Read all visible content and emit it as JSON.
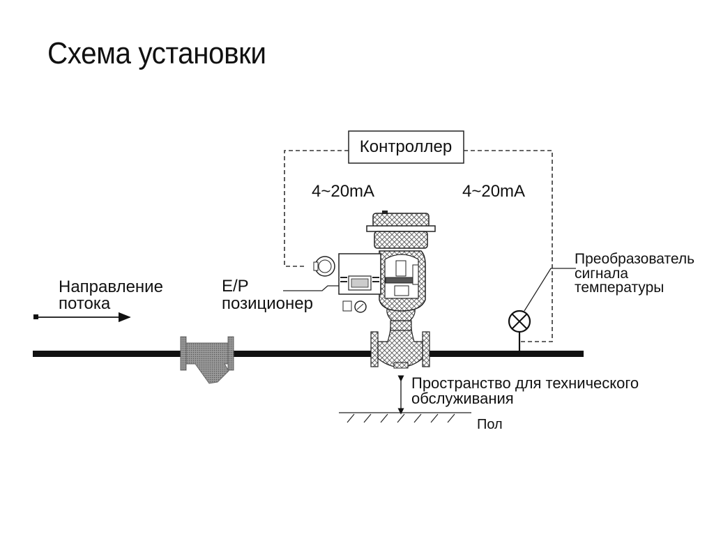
{
  "title": "Схема установки",
  "controller": {
    "label": "Контроллер"
  },
  "signals": {
    "left": "4~20mA",
    "right": "4~20mA"
  },
  "positioner": {
    "line1": "E/P",
    "line2": "позиционер"
  },
  "flow": {
    "line1": "Направление",
    "line2": "потока"
  },
  "transmitter": {
    "line1": "Преобразователь",
    "line2": "сигнала",
    "line3": "температуры"
  },
  "maintenance": {
    "line1": "Пространство для технического",
    "line2": "обслуживания"
  },
  "floor": {
    "label": "Пол"
  },
  "colors": {
    "pipe": "#111111",
    "hatch": "#6e6e6e",
    "line": "#222222"
  }
}
